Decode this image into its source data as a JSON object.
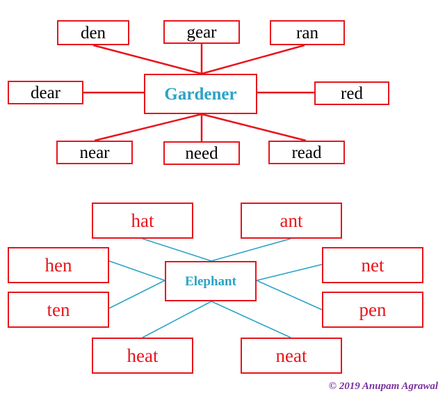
{
  "diagram1": {
    "center": "Gardener",
    "words": {
      "top_left": "den",
      "top_middle": "gear",
      "top_right": "ran",
      "middle_left": "dear",
      "middle_right": "red",
      "bottom_left": "near",
      "bottom_middle": "need",
      "bottom_right": "read"
    }
  },
  "diagram2": {
    "center": "Elephant",
    "words": {
      "top_left": "hat",
      "top_right": "ant",
      "upper_left": "hen",
      "upper_right": "net",
      "lower_left": "ten",
      "lower_right": "pen",
      "bottom_left": "heat",
      "bottom_right": "neat"
    }
  },
  "colors": {
    "box_border": "#e8141b",
    "connector_1": "#e8141b",
    "connector_2": "#2ba3c7",
    "center_text": "#2ba3c7",
    "copyright": "#7b2f9e"
  },
  "copyright": "© 2019 Anupam Agrawal"
}
